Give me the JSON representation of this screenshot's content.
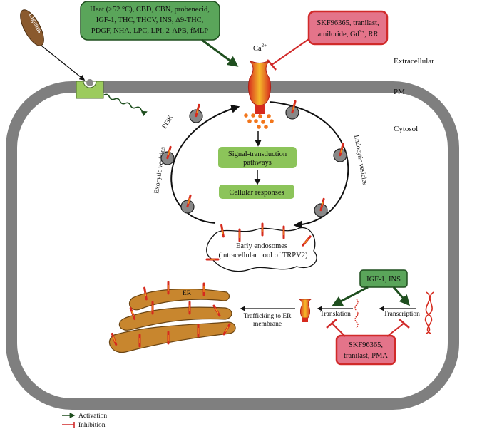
{
  "colors": {
    "membrane": "#7f7f7f",
    "activation_box": "#5aa55a",
    "activation_box_border": "#1f4f1f",
    "inhibition_box": "#e4748a",
    "inhibition_box_border": "#d12a2a",
    "pathway_box": "#8cc45a",
    "er": "#c8862e",
    "channel_red": "#d62a1e",
    "channel_orange": "#f2a21c",
    "ligand": "#8a5a2e",
    "receptor": "#9ccb5e",
    "activation_arrow": "#1f4f1f",
    "inhibition_line": "#d12a2a"
  },
  "regions": {
    "extracellular": "Extracellular",
    "pm": "PM",
    "cytosol": "Cytosol"
  },
  "ligands": "Ligands",
  "calcium": "Ca",
  "calcium_sup": "2+",
  "activators": {
    "line1": "Heat (≥52 °C), CBD, CBN, probenecid,",
    "line2": "IGF-1, THC, THCV, INS, Δ9-THC,",
    "line3": "PDGF, NHA, LPC, LPI, 2-APB, fMLP"
  },
  "inhibitors_top": {
    "line1": "SKF96365, tranilast,",
    "line2a": "amiloride, Gd",
    "line2sup": "3+",
    "line2b": ", RR"
  },
  "pi3k": "PI3K",
  "exocytic": "Exocytic vesicles",
  "endocytic": "Endocytic vesicles",
  "signal": {
    "line1": "Signal-transduction",
    "line2": "pathways"
  },
  "cellular": "Cellular responses",
  "endosomes": {
    "line1": "Early endosomes",
    "line2": "(intracellular pool of TRPV2)"
  },
  "igf": "IGF-1, INS",
  "translation": "Translation",
  "transcription": "Transcription",
  "trafficking": {
    "line1": "Trafficking to ER",
    "line2": "membrane"
  },
  "er": "ER",
  "inhibitors_bottom": {
    "line1": "SKF96365,",
    "line2": "tranilast, PMA"
  },
  "legend": {
    "activation": "Activation",
    "inhibition": "Inhibition"
  }
}
